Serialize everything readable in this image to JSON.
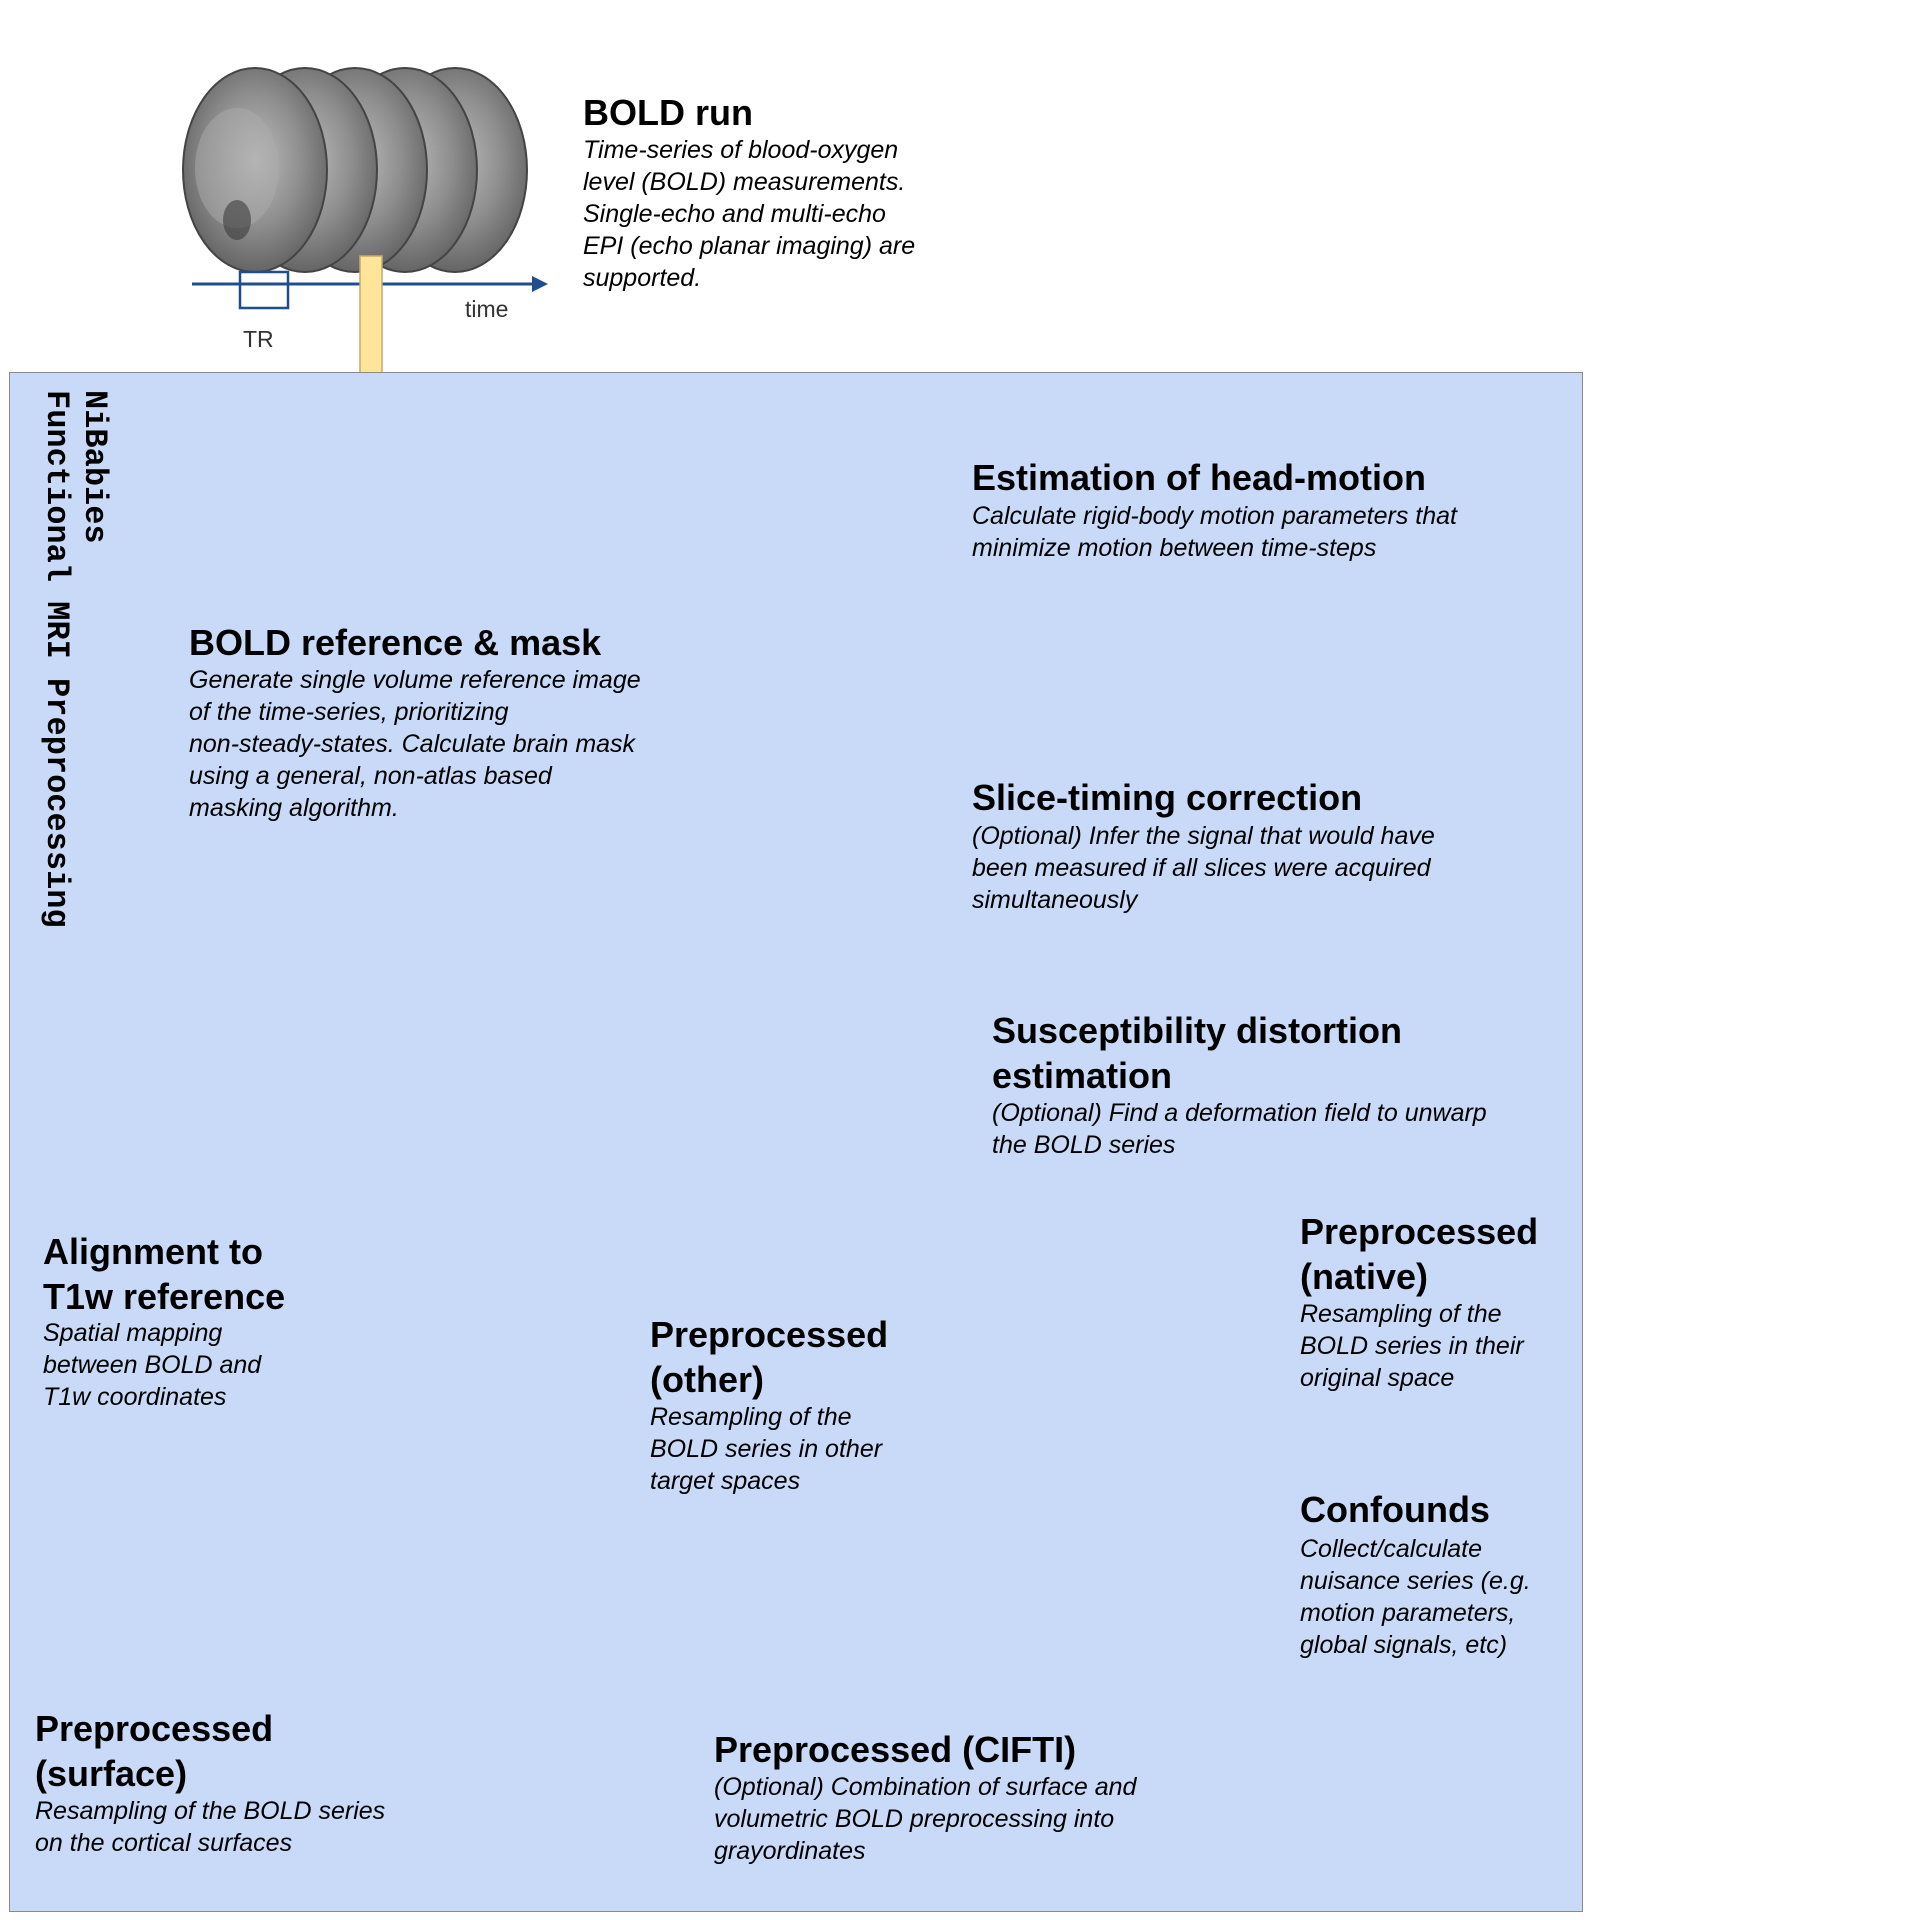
{
  "timeline": {
    "tr_label": "TR",
    "time_label": "time"
  },
  "pipeline_title": [
    "NiBabies",
    "Functional MRI Preprocessing"
  ],
  "steps": {
    "bold_run": {
      "title": "BOLD run",
      "desc": "Time-series of blood-oxygen\nlevel (BOLD) measurements.\nSingle-echo and multi-echo\nEPI (echo planar imaging) are\nsupported."
    },
    "bold_ref": {
      "title": "BOLD reference & mask",
      "desc": "Generate single volume reference image\nof the time-series, prioritizing\nnon-steady-states. Calculate brain mask\nusing a general, non-atlas based\nmasking algorithm."
    },
    "head_motion": {
      "title": "Estimation of head-motion",
      "desc": "Calculate rigid-body motion parameters that\nminimize motion between time-steps"
    },
    "slice_timing": {
      "title": "Slice-timing correction",
      "desc": "(Optional) Infer the signal that would have\nbeen measured if all slices were acquired\nsimultaneously"
    },
    "susceptibility": {
      "title": "Susceptibility distortion\nestimation",
      "desc": "(Optional) Find a deformation field to unwarp\nthe BOLD series"
    },
    "t1w_align": {
      "title": "Alignment to\nT1w reference",
      "desc": "Spatial mapping\nbetween BOLD and\nT1w coordinates"
    },
    "native": {
      "title": "Preprocessed\n(native)",
      "desc": "Resampling of the\nBOLD series in their\noriginal space"
    },
    "other": {
      "title": "Preprocessed\n(other)",
      "desc": "Resampling of the\nBOLD series in other\ntarget spaces"
    },
    "confounds": {
      "title": "Confounds",
      "desc": "Collect/calculate\nnuisance series (e.g.\nmotion parameters,\nglobal signals, etc)"
    },
    "surface": {
      "title": "Preprocessed\n(surface)",
      "desc": "Resampling of the BOLD series\non the cortical surfaces"
    },
    "cifti": {
      "title": "Preprocessed (CIFTI)",
      "desc": "(Optional) Combination of surface and\nvolumetric BOLD preprocessing into\ngrayordinates"
    }
  },
  "colors": {
    "panel": "#c9daf8",
    "arrow_fill": "#ffe599",
    "arrow_stroke": "#c9a96a",
    "mask_red": "#e0281e",
    "mask_blue": "#2c3fe0",
    "time_axis": "#1f4e8c"
  }
}
